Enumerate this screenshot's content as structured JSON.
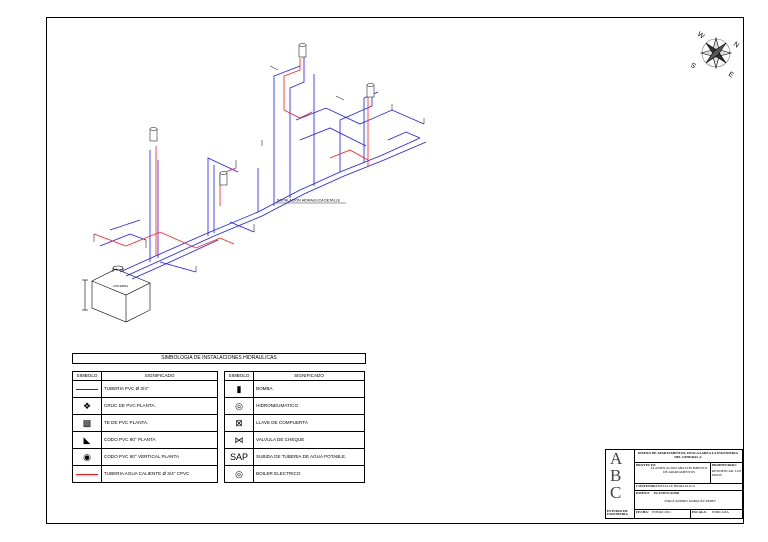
{
  "drawing": {
    "detail_label": "INSTALACIÓN HIDRAULICA DETALLE",
    "tank_label": "CISTERNA",
    "compass_letters": [
      "N",
      "E",
      "S",
      "W"
    ],
    "colors": {
      "cold_pipe": "#1a1aff",
      "hot_pipe": "#ff1a1a",
      "line": "#000000"
    }
  },
  "legend": {
    "title": "SIMBOLOGIA DE INSTALACIONES HIDRAULICAS",
    "header_symbol": "SIMBOLO",
    "header_meaning": "SIGNIFICADO",
    "left": [
      {
        "icon": "blue-line-icon",
        "text": "TUBERIA PVC Ø 3/4\""
      },
      {
        "icon": "cross-fitting-icon",
        "text": "CRUC DE PVC PLANTA."
      },
      {
        "icon": "tee-fitting-icon",
        "text": "TE DE PVC PLANTA."
      },
      {
        "icon": "elbow-fitting-icon",
        "text": "CODO PVC 90° PLANTA"
      },
      {
        "icon": "elbow-vertical-icon",
        "text": "CODO PVC 90° VERTICAL PLANTA"
      },
      {
        "icon": "red-line-icon",
        "text": "TUBERIA AGUA CALIENTE Ø 3/4\" CPVC"
      }
    ],
    "right": [
      {
        "icon": "pump-icon",
        "text": "BOMBA"
      },
      {
        "icon": "hydropneumatic-icon",
        "text": "HIDRONEUMATICO"
      },
      {
        "icon": "gate-valve-icon",
        "text": "LLAVE DE COMPUERTA"
      },
      {
        "icon": "check-valve-icon",
        "text": "VALVULA DE CHEQUE"
      },
      {
        "icon": "sap-icon",
        "symbol_text": "SAP",
        "text": "SUBIDA DE TUBERIA DE AGUA POTABLE."
      },
      {
        "icon": "boiler-icon",
        "text": "BOILER ELECTRICO"
      }
    ]
  },
  "titleblock": {
    "logo_letters": [
      "A",
      "B",
      "C"
    ],
    "brand": "ESTUDIO DE INGENIERIA",
    "project_title": "DISEÑO DE APARTAMENTOS, EPOCA SAREA LA INGENIERIA DEL GENERAL A",
    "project_label": "PROYECTO:",
    "project_value": "PLANIFICACION ABASTECIMIENTO DE APARTAMENTOS",
    "owner_label": "PROPIETARIO:",
    "owner_value": "RESIDENCIAL LOS PINOS",
    "content_label": "CONTENIDO:",
    "content_value": "DETALLE HIDRAULICO",
    "designer_label": "DISEÑO:",
    "designer_value": "PLANIFICADOR",
    "signature": "JORGE ANDRES MARQUEZ PEREZ",
    "date_label": "FECHA:",
    "date_value": "ENERO 2021",
    "scale_label": "ESCALA:",
    "scale_value": "INDICADA"
  }
}
